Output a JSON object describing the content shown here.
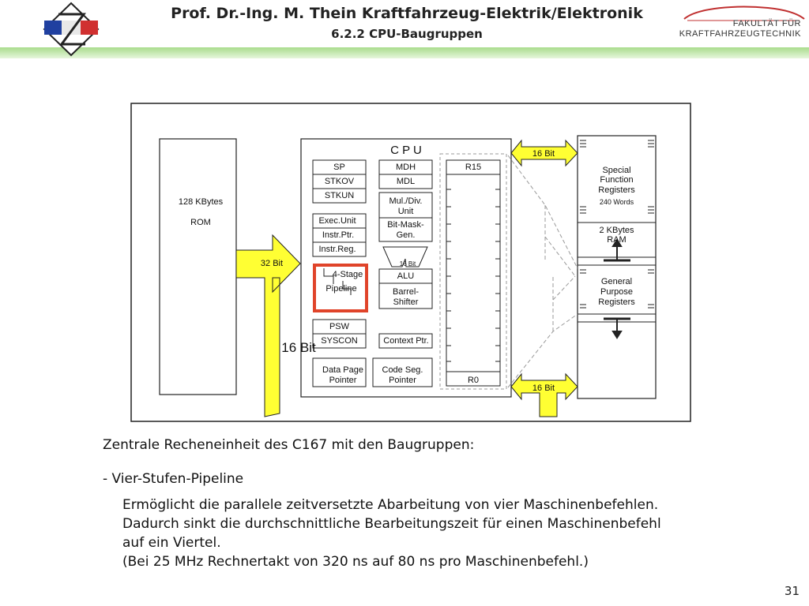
{
  "header": {
    "title": "Prof. Dr.-Ing. M. Thein   Kraftfahrzeug-Elektrik/Elektronik",
    "subtitle": "6.2.2 CPU-Baugruppen",
    "right_logo_line1": "FAKULTÄT FÜR",
    "right_logo_line2": "KRAFTFAHRZEUGTECHNIK"
  },
  "colors": {
    "bus_yellow": "#ffff33",
    "highlight": "#e0442a",
    "header_band": "#a9dc8c"
  },
  "diagram": {
    "rom_size": "128 KBytes",
    "rom_label": "ROM",
    "cpu_title": "C  P  U",
    "sp": "SP",
    "stkov": "STKOV",
    "stkun": "STKUN",
    "exec_unit": "Exec.Unit",
    "instr_ptr": "Instr.Ptr.",
    "instr_reg": "Instr.Reg.",
    "pipeline_line1": "4-Stage",
    "pipeline_line2": "Pipeline",
    "psw": "PSW",
    "syscon": "SYSCON",
    "dpp_line1": "Data Page",
    "dpp_line2": "Pointer",
    "mdh": "MDH",
    "mdl": "MDL",
    "muldiv_line1": "Mul./Div.",
    "muldiv_line2": "Unit",
    "bitmask_line1": "Bit-Mask-",
    "bitmask_line2": "Gen.",
    "alu_bits": "16 Bit",
    "alu": "ALU",
    "barrel_line1": "Barrel-",
    "barrel_line2": "Shifter",
    "context_ptr": "Context Ptr.",
    "csp_line1": "Code Seg.",
    "csp_line2": "Pointer",
    "r15": "R15",
    "r0": "R0",
    "bus_32": "32 Bit",
    "bus_16_big": "16 Bit",
    "bus_16_top": "16 Bit",
    "bus_16_bottom": "16 Bit",
    "sfr_line1": "Special",
    "sfr_line2": "Function",
    "sfr_line3": "Registers",
    "sfr_words": "240 Words",
    "ram_line1": "2 KBytes",
    "ram_line2": "RAM",
    "gpr_line1": "General",
    "gpr_line2": "Purpose",
    "gpr_line3": "Registers"
  },
  "body": {
    "heading": "Zentrale Recheneinheit des C167 mit den Baugruppen:",
    "bullet": "- Vier-Stufen-Pipeline",
    "para1": "Ermöglicht die parallele zeitversetzte Abarbeitung von vier Maschinenbefehlen.",
    "para2": "Dadurch sinkt die durchschnittliche Bearbeitungszeit für einen Maschinenbefehl",
    "para3": "auf ein Viertel.",
    "para4": "(Bei 25 MHz Rechnertakt von 320 ns auf 80 ns pro Maschinenbefehl.)"
  },
  "page_number": "31"
}
